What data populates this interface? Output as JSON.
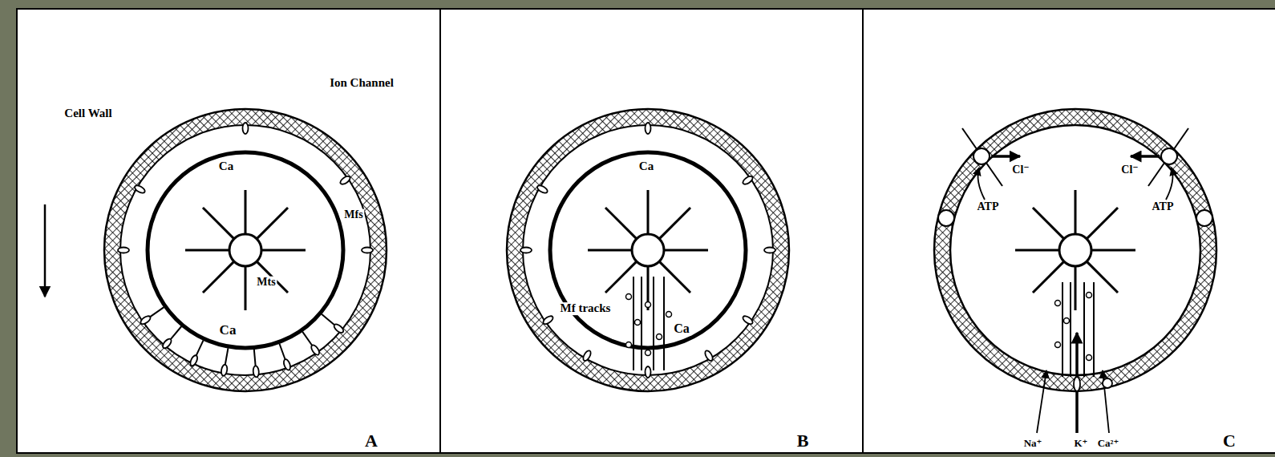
{
  "diagram": {
    "nodes": [
      {
        "text": [
          "A"
        ]
      },
      {
        "text": [
          "B"
        ]
      },
      {
        "text": [
          "C"
        ]
      }
    ],
    "labels": [
      "Cell Wall",
      "Ion Channel",
      "Ca",
      "Mfs",
      "Mts",
      "Ca",
      "Ca",
      "Mf tracks",
      "Ca",
      "ATP",
      "Cl⁻",
      "Cl⁻",
      "ATP",
      "Na⁺",
      "K⁺",
      "Ca²⁺"
    ]
  }
}
